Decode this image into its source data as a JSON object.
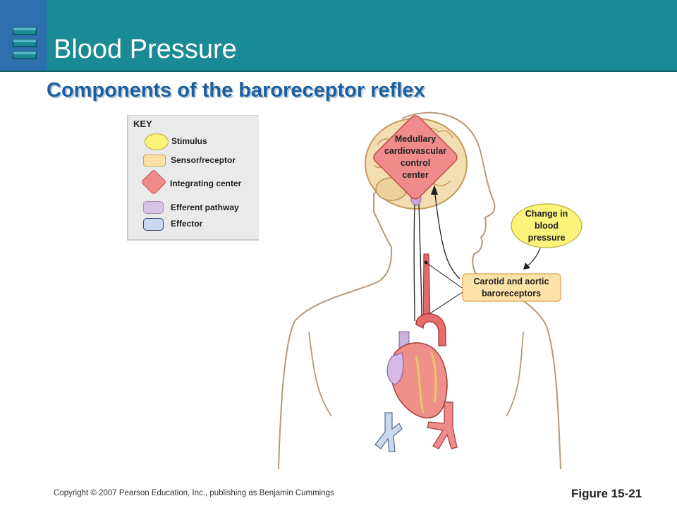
{
  "header": {
    "title": "Blood Pressure",
    "accent_color": "#1a8a96",
    "sidebar_color": "#2e6fae"
  },
  "subtitle": "Components of the baroreceptor reflex",
  "key": {
    "title": "KEY",
    "items": [
      {
        "label": "Stimulus",
        "color": "#fbf37a",
        "shape": "oval"
      },
      {
        "label": "Sensor/receptor",
        "color": "#fde2a7",
        "shape": "rounded-rect"
      },
      {
        "label": "Integrating center",
        "color": "#ef8b8a",
        "shape": "diamond"
      },
      {
        "label": "Efferent pathway",
        "color": "#d9c3e5",
        "shape": "rounded-rect"
      },
      {
        "label": "Effector",
        "color": "#c8d8ee",
        "shape": "rounded-rect"
      }
    ]
  },
  "diagram": {
    "integrating_center": [
      "Medullary",
      "cardiovascular",
      "control",
      "center"
    ],
    "stimulus": [
      "Change in",
      "blood",
      "pressure"
    ],
    "sensor": [
      "Carotid and aortic",
      "baroreceptors"
    ]
  },
  "footer": {
    "copyright": "Copyright © 2007 Pearson Education, Inc., publishing as Benjamin Cummings",
    "figure": "Figure 15-21"
  }
}
